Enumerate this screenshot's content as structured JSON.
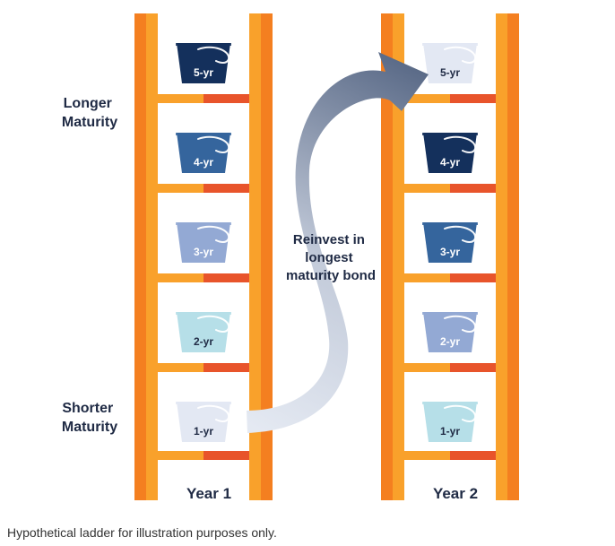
{
  "labels": {
    "longer": [
      "Longer",
      "Maturity"
    ],
    "shorter": [
      "Shorter",
      "Maturity"
    ],
    "reinvest": [
      "Reinvest in",
      "longest",
      "maturity bond"
    ]
  },
  "footnote": "Hypothetical ladder for illustration purposes only.",
  "colors": {
    "rail_dark": "#f47f20",
    "rail_light": "#f9a12b",
    "rung_light": "#f9a12b",
    "rung_dark": "#e8542b",
    "arrow_dark": "#5b6b88",
    "arrow_light": "#e4e9f2",
    "text": "#1f2a44"
  },
  "ladders": [
    {
      "year": "Year 1",
      "buckets": [
        {
          "label": "5-yr",
          "color": "#14305c",
          "text_color": "#ffffff"
        },
        {
          "label": "4-yr",
          "color": "#35659d",
          "text_color": "#ffffff"
        },
        {
          "label": "3-yr",
          "color": "#93a9d4",
          "text_color": "#ffffff"
        },
        {
          "label": "2-yr",
          "color": "#b6dfe8",
          "text_color": "#1f2a44"
        },
        {
          "label": "1-yr",
          "color": "#e3e8f3",
          "text_color": "#1f2a44"
        }
      ]
    },
    {
      "year": "Year 2",
      "buckets": [
        {
          "label": "5-yr",
          "color": "#e3e8f3",
          "text_color": "#1f2a44"
        },
        {
          "label": "4-yr",
          "color": "#14305c",
          "text_color": "#ffffff"
        },
        {
          "label": "3-yr",
          "color": "#35659d",
          "text_color": "#ffffff"
        },
        {
          "label": "2-yr",
          "color": "#93a9d4",
          "text_color": "#ffffff"
        },
        {
          "label": "1-yr",
          "color": "#b6dfe8",
          "text_color": "#1f2a44"
        }
      ]
    }
  ]
}
